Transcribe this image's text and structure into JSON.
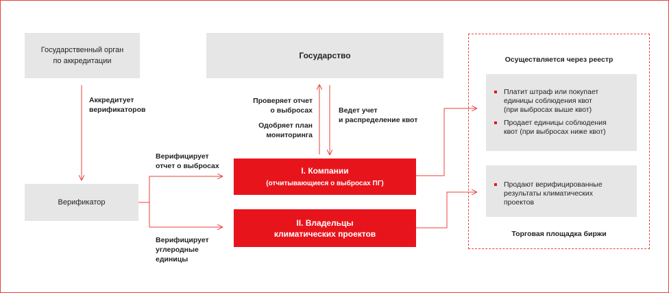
{
  "accreditation_body": {
    "line1": "Государственный орган",
    "line2": "по аккредитации"
  },
  "state": {
    "label": "Государство"
  },
  "verifier": {
    "label": "Верификатор"
  },
  "companies": {
    "title": "I. Компании",
    "subtitle": "(отчитывающиеся о выбросах ПГ)"
  },
  "project_owners": {
    "line1": "II. Владельцы",
    "line2": "климатических проектов"
  },
  "edges": {
    "accredits": {
      "line1": "Аккредитует",
      "line2": "верификаторов"
    },
    "checks_report": {
      "line1": "Проверяет отчет",
      "line2": "о выбросах"
    },
    "approves_plan": {
      "line1": "Одобряет план",
      "line2": "мониторинга"
    },
    "quota_accounting": {
      "line1": "Ведет учет",
      "line2": "и распределение квот"
    },
    "verifies_report": {
      "line1": "Верифицирует",
      "line2": "отчет о выбросах"
    },
    "verifies_units": {
      "line1": "Верифицирует",
      "line2": "углеродные",
      "line3": "единицы"
    }
  },
  "registry": {
    "heading": "Осуществляется через реестр",
    "items": [
      {
        "line1": "Платит штраф или покупает",
        "line2": "единицы соблюдения квот",
        "line3": "(при выбросах выше квот)"
      },
      {
        "line1": "Продает единицы соблюдения",
        "line2": "квот (при выбросах ниже квот)"
      }
    ]
  },
  "exchange": {
    "heading": "Торговая площадка биржи",
    "items": [
      {
        "line1": "Продают верифицированные",
        "line2": "результаты климатических",
        "line3": "проектов"
      }
    ]
  },
  "colors": {
    "accent": "#e8141c",
    "box_grey": "#e6e6e6",
    "frame": "#e8403a"
  }
}
